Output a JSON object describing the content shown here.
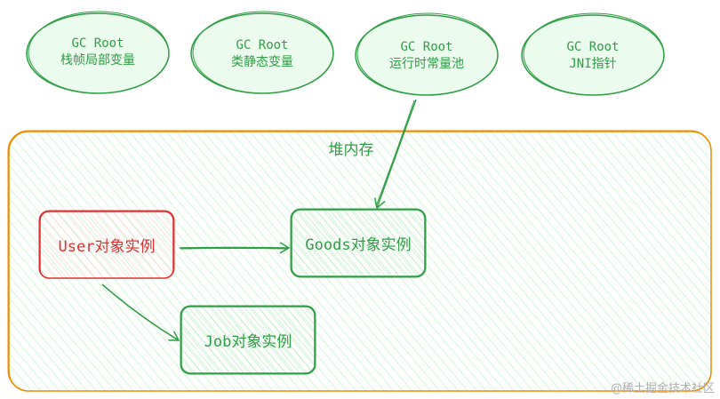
{
  "gc_roots": [
    {
      "title": "GC Root",
      "subtitle": "栈帧局部变量"
    },
    {
      "title": "GC Root",
      "subtitle": "类静态变量"
    },
    {
      "title": "GC Root",
      "subtitle": "运行时常量池"
    },
    {
      "title": "GC Root",
      "subtitle": "JNI指针"
    }
  ],
  "heap": {
    "label": "堆内存"
  },
  "objects": {
    "user": {
      "label": "User对象实例"
    },
    "goods": {
      "label": "Goods对象实例"
    },
    "job": {
      "label": "Job对象实例"
    }
  },
  "colors": {
    "green_stroke": "#2f9e44",
    "green_fill": "#ebfbee",
    "red_stroke": "#e03131",
    "red_fill": "#fff5f5",
    "orange_stroke": "#f08c00"
  },
  "watermark": "@稀土掘金技术社区"
}
